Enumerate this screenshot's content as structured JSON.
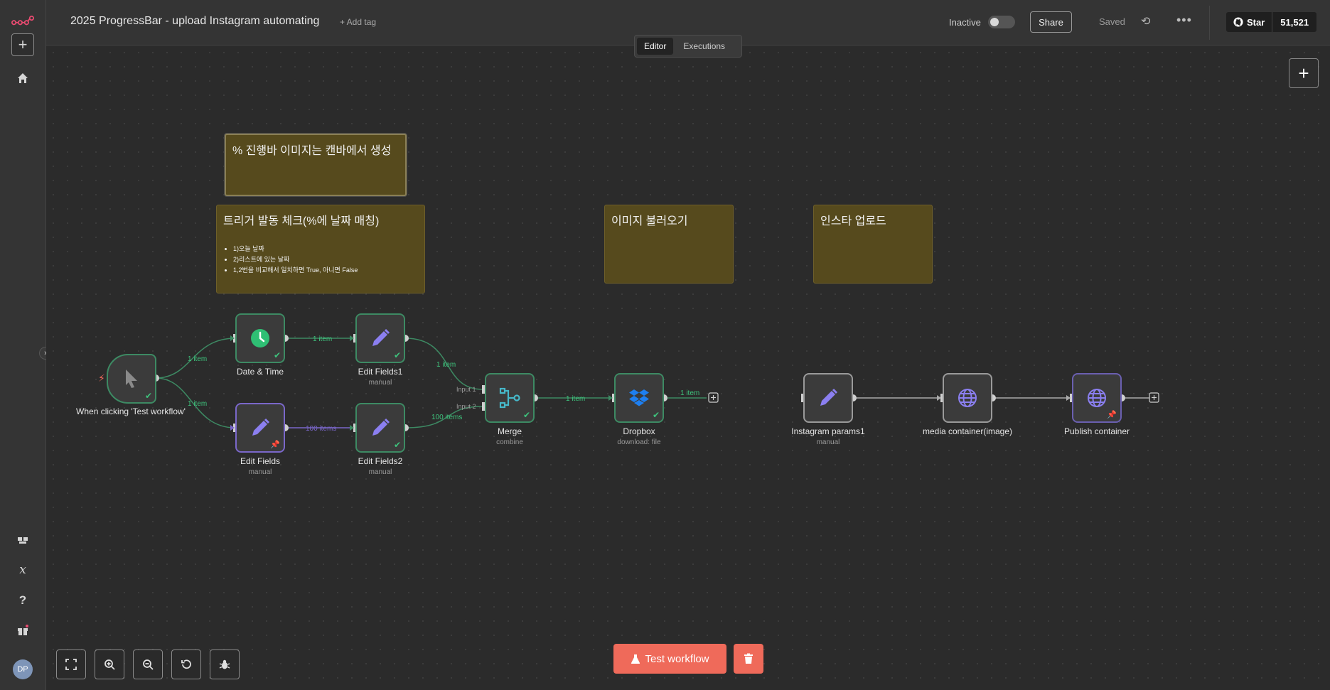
{
  "header": {
    "title": "2025 ProgressBar - upload Instagram automating",
    "add_tag": "+ Add tag",
    "status_label": "Inactive",
    "share_label": "Share",
    "saved_label": "Saved",
    "github_star": "Star",
    "github_count": "51,521"
  },
  "tabs": {
    "editor": "Editor",
    "executions": "Executions"
  },
  "sidebar": {
    "avatar_initials": "DP"
  },
  "stickies": {
    "progress": {
      "title": "% 진행바 이미지는 캔바에서 생성"
    },
    "trigger": {
      "title": "트리거 발동 체크(%에 날짜 매칭)",
      "items": [
        "1)오늘 날짜",
        "2)리스트에 있는 날짜",
        "1,2번을 비교해서 일치하면 True, 아니면 False"
      ]
    },
    "image": {
      "title": "이미지 불러오기"
    },
    "insta": {
      "title": "인스타 업로드"
    }
  },
  "nodes": {
    "trigger": {
      "label": "When clicking 'Test workflow'"
    },
    "datetime": {
      "label": "Date & Time"
    },
    "editfields1": {
      "label": "Edit Fields1",
      "sub": "manual"
    },
    "editfields": {
      "label": "Edit Fields",
      "sub": "manual"
    },
    "editfields2": {
      "label": "Edit Fields2",
      "sub": "manual"
    },
    "merge": {
      "label": "Merge",
      "sub": "combine"
    },
    "dropbox": {
      "label": "Dropbox",
      "sub": "download: file"
    },
    "igparams": {
      "label": "Instagram params1",
      "sub": "manual"
    },
    "media": {
      "label": "media container(image)"
    },
    "publish": {
      "label": "Publish container"
    }
  },
  "edges": {
    "one_item": "1 item",
    "hundred_items": "100 items",
    "input1": "Input 1",
    "input2": "Input 2"
  },
  "footer": {
    "test_label": "Test workflow"
  },
  "colors": {
    "accent": "#ef6a5a",
    "success": "#3ec27c",
    "sticky": "#564a1d",
    "pinned": "#8b73e8"
  }
}
